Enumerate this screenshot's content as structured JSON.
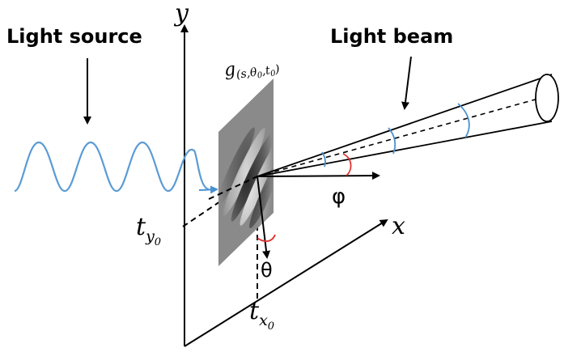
{
  "labels": {
    "light_source": "Light source",
    "light_beam": "Light beam",
    "y_axis": "y",
    "x_axis": "x",
    "ty0": {
      "base": "t",
      "sub": "y",
      "subsub": "0"
    },
    "tx0": {
      "base": "t",
      "sub": "x",
      "subsub": "0"
    },
    "filter": "g(s,θ0,t0)",
    "filter_parts": {
      "g": "g",
      "open": "(",
      "s": "s",
      "comma1": ",",
      "theta": "θ",
      "theta_sub": "0",
      "comma2": ",",
      "t": "t",
      "t_sub": "0",
      "close": ")"
    },
    "phi": "φ",
    "theta": "θ"
  },
  "colors": {
    "wave": "#5b9bd5",
    "beam_arc": "#4a90d0",
    "angle_arc": "#e03030",
    "line": "#000000"
  }
}
